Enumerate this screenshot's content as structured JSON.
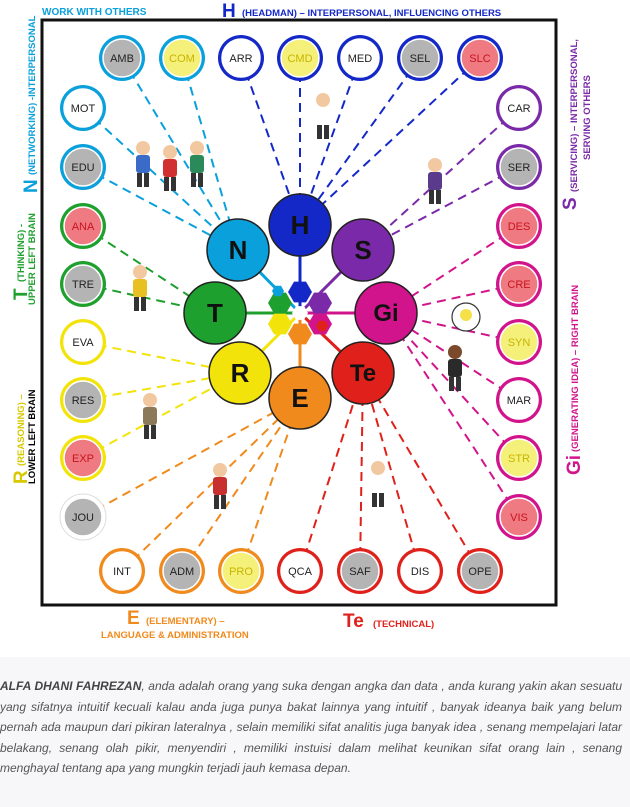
{
  "header_labels": {
    "work_with_others": "WORK WITH OTHERS",
    "h_letter": "H",
    "h_text": "(HEADMAN) – INTERPERSONAL, INFLUENCING OTHERS",
    "n_letter": "N",
    "n_text": "(NETWORKING) -INTERPERSONAL",
    "t_letter": "T",
    "t_text1": "(THINKING) -",
    "t_text2": "UPPER LEFT BRAIN",
    "r_letter": "R",
    "r_text1": "(REASONING) –",
    "r_text2": "LOWER LEFT BRAIN",
    "s_letter": "S",
    "s_text1": "(SERVICING) – INTERPERSONAL,",
    "s_text2": "SERVING OTHERS",
    "gi_letter": "Gi",
    "gi_text": "(GENERATING IDEA) – RIGHT BRAIN",
    "e_letter": "E",
    "e_text1": "(ELEMENTARY) –",
    "e_text2": "LANGUAGE & ADMINISTRATION",
    "te_letter": "Te",
    "te_text": "(TECHNICAL)"
  },
  "colors": {
    "H": "#1428c8",
    "S": "#7a2aa8",
    "Gi": "#d2148c",
    "Te": "#e0201a",
    "E": "#f08a1c",
    "R": "#f2e40a",
    "T": "#1ea02e",
    "N": "#0aa0dc"
  },
  "center_circles": [
    {
      "label": "H",
      "key": "H"
    },
    {
      "label": "S",
      "key": "S"
    },
    {
      "label": "Gi",
      "key": "Gi"
    },
    {
      "label": "Te",
      "key": "Te"
    },
    {
      "label": "E",
      "key": "E"
    },
    {
      "label": "R",
      "key": "R"
    },
    {
      "label": "T",
      "key": "T"
    },
    {
      "label": "N",
      "key": "N"
    }
  ],
  "nodes_top": [
    {
      "label": "AMB",
      "fill": "#b4b4b4",
      "ring": "#0aa0dc",
      "group": "N"
    },
    {
      "label": "COM",
      "fill": "#f5f07a",
      "ring": "#0aa0dc",
      "group": "N",
      "text": "#c8b400"
    },
    {
      "label": "ARR",
      "fill": "#ffffff",
      "ring": "#1428c8",
      "group": "H"
    },
    {
      "label": "CMD",
      "fill": "#f5f07a",
      "ring": "#1428c8",
      "group": "H",
      "text": "#c8b400"
    },
    {
      "label": "MED",
      "fill": "#ffffff",
      "ring": "#1428c8",
      "group": "H"
    },
    {
      "label": "SEL",
      "fill": "#b4b4b4",
      "ring": "#1428c8",
      "group": "H"
    },
    {
      "label": "SLC",
      "fill": "#f07a82",
      "ring": "#1428c8",
      "group": "H",
      "text": "#c8141e"
    }
  ],
  "nodes_left": [
    {
      "label": "MOT",
      "fill": "#ffffff",
      "ring": "#0aa0dc",
      "group": "N"
    },
    {
      "label": "EDU",
      "fill": "#b4b4b4",
      "ring": "#0aa0dc",
      "group": "N"
    },
    {
      "label": "ANA",
      "fill": "#f07a82",
      "ring": "#1ea02e",
      "group": "T",
      "text": "#c8141e"
    },
    {
      "label": "TRE",
      "fill": "#b4b4b4",
      "ring": "#1ea02e",
      "group": "T"
    },
    {
      "label": "EVA",
      "fill": "#ffffff",
      "ring": "#f2e40a",
      "group": "R"
    },
    {
      "label": "RES",
      "fill": "#b4b4b4",
      "ring": "#f2e40a",
      "group": "R"
    },
    {
      "label": "EXP",
      "fill": "#f07a82",
      "ring": "#f2e40a",
      "group": "R",
      "text": "#c8141e"
    },
    {
      "label": "JOU",
      "fill": "#b4b4b4",
      "ring": "#ffffff",
      "group": "E"
    }
  ],
  "nodes_right": [
    {
      "label": "CAR",
      "fill": "#ffffff",
      "ring": "#7a2aa8",
      "group": "S"
    },
    {
      "label": "SER",
      "fill": "#b4b4b4",
      "ring": "#7a2aa8",
      "group": "S"
    },
    {
      "label": "DES",
      "fill": "#f07a82",
      "ring": "#d2148c",
      "group": "Gi",
      "text": "#c8141e"
    },
    {
      "label": "CRE",
      "fill": "#f07a82",
      "ring": "#d2148c",
      "group": "Gi",
      "text": "#c8141e"
    },
    {
      "label": "SYN",
      "fill": "#f5f07a",
      "ring": "#d2148c",
      "group": "Gi",
      "text": "#c8b400"
    },
    {
      "label": "MAR",
      "fill": "#ffffff",
      "ring": "#d2148c",
      "group": "Gi"
    },
    {
      "label": "STR",
      "fill": "#f5f07a",
      "ring": "#d2148c",
      "group": "Gi",
      "text": "#c8b400"
    },
    {
      "label": "VIS",
      "fill": "#f07a82",
      "ring": "#d2148c",
      "group": "Gi",
      "text": "#c8141e"
    }
  ],
  "nodes_bottom": [
    {
      "label": "INT",
      "fill": "#ffffff",
      "ring": "#f08a1c",
      "group": "E"
    },
    {
      "label": "ADM",
      "fill": "#b4b4b4",
      "ring": "#f08a1c",
      "group": "E"
    },
    {
      "label": "PRO",
      "fill": "#f5f07a",
      "ring": "#f08a1c",
      "group": "E",
      "text": "#c8b400"
    },
    {
      "label": "QCA",
      "fill": "#ffffff",
      "ring": "#e0201a",
      "group": "Te"
    },
    {
      "label": "SAF",
      "fill": "#b4b4b4",
      "ring": "#e0201a",
      "group": "Te"
    },
    {
      "label": "DIS",
      "fill": "#ffffff",
      "ring": "#e0201a",
      "group": "Te"
    },
    {
      "label": "OPE",
      "fill": "#b4b4b4",
      "ring": "#e0201a",
      "group": "Te"
    }
  ],
  "caption": {
    "name": "ALFA DHANI FAHREZAN",
    "text": ", anda adalah orang yang suka dengan angka dan data , anda kurang yakin akan sesuatu yang sifatnya intuitif kecuali kalau anda juga punya bakat lainnya yang intuitif , banyak ideanya baik yang belum pernah ada maupun dari pikiran lateralnya , selain memiliki sifat analitis juga banyak idea , senang mempelajari latar belakang, senang olah pikir, menyendiri , memiliki instuisi dalam melihat keunikan sifat orang lain , senang menghayal tentang apa yang mungkin terjadi jauh kemasa depan."
  }
}
